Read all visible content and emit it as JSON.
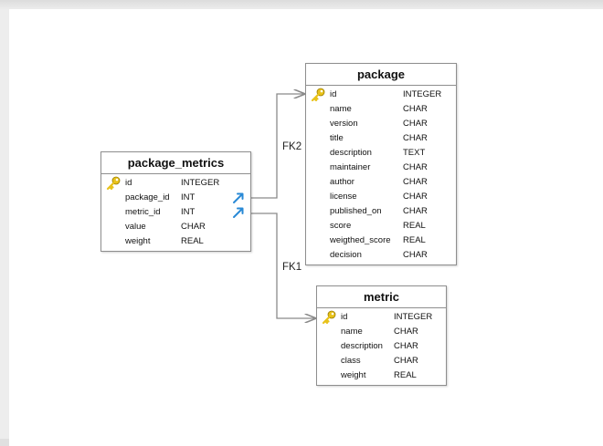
{
  "relations": [
    {
      "label": "FK2"
    },
    {
      "label": "FK1"
    }
  ],
  "tables": {
    "package_metrics": {
      "name": "package_metrics",
      "columns": [
        {
          "name": "id",
          "type": "INTEGER",
          "pk": true,
          "fk": false
        },
        {
          "name": "package_id",
          "type": "INT",
          "pk": false,
          "fk": true
        },
        {
          "name": "metric_id",
          "type": "INT",
          "pk": false,
          "fk": true
        },
        {
          "name": "value",
          "type": "CHAR",
          "pk": false,
          "fk": false
        },
        {
          "name": "weight",
          "type": "REAL",
          "pk": false,
          "fk": false
        }
      ]
    },
    "package": {
      "name": "package",
      "columns": [
        {
          "name": "id",
          "type": "INTEGER",
          "pk": true
        },
        {
          "name": "name",
          "type": "CHAR"
        },
        {
          "name": "version",
          "type": "CHAR"
        },
        {
          "name": "title",
          "type": "CHAR"
        },
        {
          "name": "description",
          "type": "TEXT"
        },
        {
          "name": "maintainer",
          "type": "CHAR"
        },
        {
          "name": "author",
          "type": "CHAR"
        },
        {
          "name": "license",
          "type": "CHAR"
        },
        {
          "name": "published_on",
          "type": "CHAR"
        },
        {
          "name": "score",
          "type": "REAL"
        },
        {
          "name": "weigthed_score",
          "type": "REAL"
        },
        {
          "name": "decision",
          "type": "CHAR"
        }
      ]
    },
    "metric": {
      "name": "metric",
      "columns": [
        {
          "name": "id",
          "type": "INTEGER",
          "pk": true
        },
        {
          "name": "name",
          "type": "CHAR"
        },
        {
          "name": "description",
          "type": "CHAR"
        },
        {
          "name": "class",
          "type": "CHAR"
        },
        {
          "name": "weight",
          "type": "REAL"
        }
      ]
    }
  },
  "colors": {
    "key": "#e8c21a",
    "fk_arrow": "#2a8ad6",
    "connector": "#8a8a8a",
    "border": "#8e8e8e"
  },
  "icons": {
    "primary_key": "key-icon",
    "foreign_key": "foreign-key-arrow-icon"
  }
}
